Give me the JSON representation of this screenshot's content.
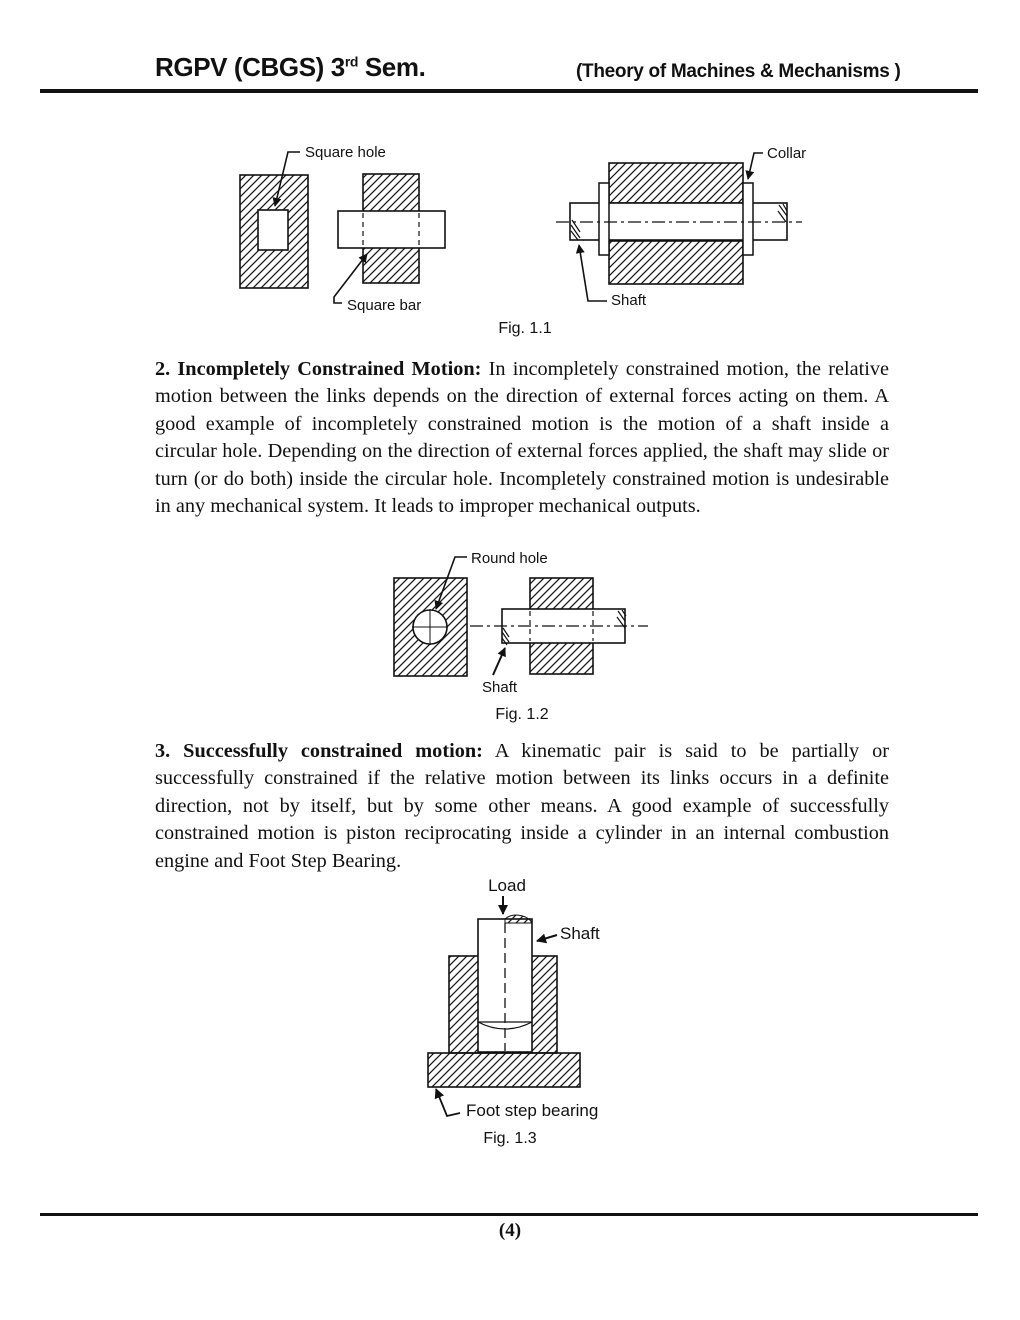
{
  "colors": {
    "ink": "#111111",
    "paper": "#ffffff"
  },
  "header": {
    "left_title_main": "RGPV (CBGS) 3",
    "left_title_sup": "rd",
    "left_title_rest": " Sem.",
    "right_title": "(Theory of Machines & Mechanisms )"
  },
  "figures": {
    "fig11": {
      "caption": "Fig. 1.1",
      "labels": {
        "square_hole": "Square hole",
        "square_bar": "Square bar",
        "collar": "Collar",
        "shaft": "Shaft"
      }
    },
    "fig12": {
      "caption": "Fig. 1.2",
      "labels": {
        "round_hole": "Round hole",
        "shaft": "Shaft"
      }
    },
    "fig13": {
      "caption": "Fig. 1.3",
      "labels": {
        "load": "Load",
        "shaft": "Shaft",
        "foot_step_bearing": "Foot step bearing"
      }
    }
  },
  "paragraphs": [
    {
      "lead": "2. Incompletely Constrained Motion:",
      "body": " In incompletely constrained motion, the relative motion between the links depends on the direction of external forces acting on them. A good example of incompletely constrained motion is the motion of a shaft inside a circular hole. Depending on the direction of external forces applied, the shaft may slide or turn (or do both) inside the circular hole. Incompletely constrained motion is undesirable in any mechanical system. It leads to improper mechanical outputs."
    },
    {
      "lead": "3. Successfully constrained motion:",
      "body": " A kinematic pair is said to be partially or successfully constrained if the relative motion between its links occurs in a definite direction, not by itself, but by some other means. A good example of successfully constrained motion is piston reciprocating inside a cylinder in an internal combustion engine and Foot Step Bearing."
    }
  ],
  "footer": {
    "page_number": "(4)"
  }
}
